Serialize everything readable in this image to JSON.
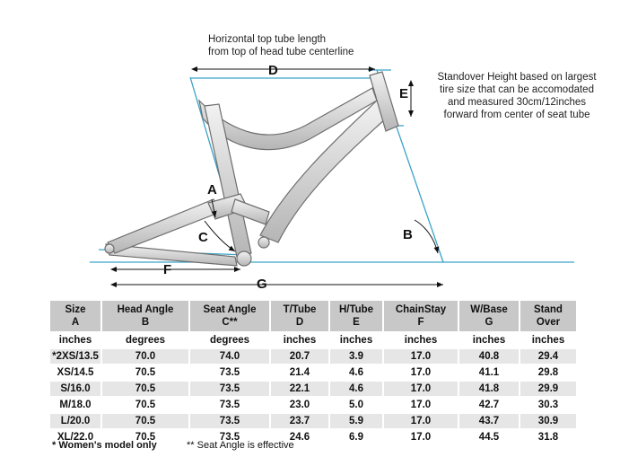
{
  "notes": {
    "top_tube": [
      "Horizontal top tube length",
      "from top of head tube centerline"
    ],
    "standover": [
      "Standover Height  based on largest",
      "tire size that can be accomodated",
      "and measured 30cm/12inches",
      "forward from center of seat tube"
    ]
  },
  "labels": {
    "A": "A",
    "B": "B",
    "C": "C",
    "D": "D",
    "E": "E",
    "F": "F",
    "G": "G"
  },
  "table": {
    "headers": [
      [
        "Size",
        "A"
      ],
      [
        "Head Angle",
        "B"
      ],
      [
        "Seat Angle",
        "C**"
      ],
      [
        "T/Tube",
        "D"
      ],
      [
        "H/Tube",
        "E"
      ],
      [
        "ChainStay",
        "F"
      ],
      [
        "W/Base",
        "G"
      ],
      [
        "Stand",
        "Over"
      ]
    ],
    "units": [
      "inches",
      "degrees",
      "degrees",
      "inches",
      "inches",
      "inches",
      "inches",
      "inches"
    ],
    "rows": [
      [
        "*2XS/13.5",
        "70.0",
        "74.0",
        "20.7",
        "3.9",
        "17.0",
        "40.8",
        "29.4"
      ],
      [
        "XS/14.5",
        "70.5",
        "73.5",
        "21.4",
        "4.6",
        "17.0",
        "41.1",
        "29.8"
      ],
      [
        "S/16.0",
        "70.5",
        "73.5",
        "22.1",
        "4.6",
        "17.0",
        "41.8",
        "29.9"
      ],
      [
        "M/18.0",
        "70.5",
        "73.5",
        "23.0",
        "5.0",
        "17.0",
        "42.7",
        "30.3"
      ],
      [
        "L/20.0",
        "70.5",
        "73.5",
        "23.7",
        "5.9",
        "17.0",
        "43.7",
        "30.9"
      ],
      [
        "XL/22.0",
        "70.5",
        "73.5",
        "24.6",
        "6.9",
        "17.0",
        "44.5",
        "31.8"
      ]
    ]
  },
  "footnotes": {
    "women": "* Women's model only",
    "seat": "** Seat Angle is effective"
  },
  "colors": {
    "guide": "#3aa3c8",
    "frame": "#8a8a8a",
    "header": "#c8c8c8",
    "stripe": "#e6e6e6"
  }
}
